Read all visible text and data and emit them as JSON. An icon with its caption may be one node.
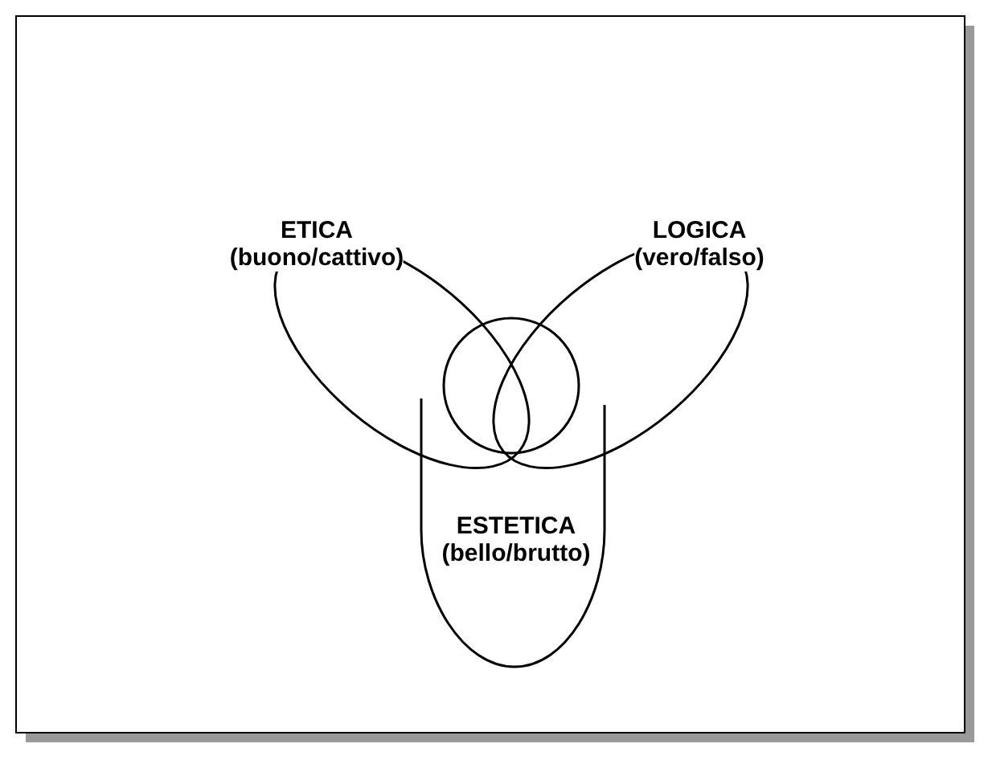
{
  "diagram": {
    "nodes": [
      {
        "text": [
          "ETICA (buono/cattivo)"
        ]
      },
      {
        "text": [
          "LOGICA (vero/falso)"
        ]
      },
      {
        "text": [],
        "shape": "circle"
      },
      {
        "text": [
          "ESTETICA (bello/brutto)"
        ]
      }
    ]
  }
}
